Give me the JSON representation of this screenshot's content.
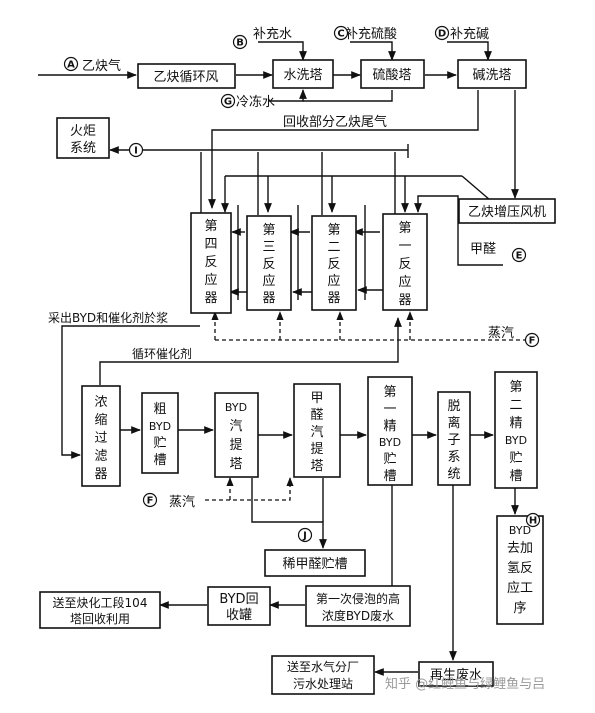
{
  "boxes": {
    "recycle_fan": "乙炔循环风",
    "water_tower": "水洗塔",
    "acid_tower": "硫酸塔",
    "alkali_tower": "碱洗塔",
    "flare": [
      "火炬",
      "系统"
    ],
    "booster_fan": "乙炔增压风机",
    "reactor4": [
      "第",
      "四",
      "反",
      "应",
      "器"
    ],
    "reactor3": [
      "第",
      "三",
      "反",
      "应",
      "器"
    ],
    "reactor2": [
      "第",
      "二",
      "反",
      "应",
      "器"
    ],
    "reactor1": [
      "第",
      "一",
      "反",
      "应",
      "器"
    ],
    "concentrate_filter": [
      "浓",
      "缩",
      "过",
      "滤",
      "器"
    ],
    "crude_tank": [
      "粗",
      "BYD",
      "贮",
      "槽"
    ],
    "byd_stripper": [
      "BYD",
      "汽",
      "提",
      "塔"
    ],
    "formaldehyde_stripper": [
      "甲",
      "醛",
      "汽",
      "提",
      "塔"
    ],
    "refined1_tank": [
      "第",
      "一",
      "精",
      "BYD",
      "贮",
      "槽"
    ],
    "deion_system": [
      "脱",
      "离",
      "子",
      "系",
      "统"
    ],
    "refined2_tank": [
      "第",
      "二",
      "精",
      "BYD",
      "贮",
      "槽"
    ],
    "dilute_formaldehyde_tank": "稀甲醛贮槽",
    "hydrogenation": [
      "BYD",
      "去加",
      "氢反",
      "应工",
      "序"
    ],
    "byd_recovery_tank": [
      "BYD回",
      "收罐"
    ],
    "high_conc_waste": [
      "第一次侵泡的高",
      "浓度BYD废水"
    ],
    "to_alkynation": [
      "送至炔化工段104",
      "塔回收利用"
    ],
    "regen_waste": "再生废水",
    "to_wastewater": [
      "送至水气分厂",
      "污水处理站"
    ]
  },
  "labels": {
    "acetylene": "乙炔气",
    "make_up_water": "补充水",
    "make_up_acid": "补充硫酸",
    "make_up_alkali": "补充碱",
    "chilled_water": "冷冻水",
    "recover_tail_gas": "回收部分乙炔尾气",
    "formaldehyde": "甲醛",
    "steam_right": "蒸汽",
    "steam_bottom": "蒸汽",
    "slurry_out": "采出BYD和催化剂於浆",
    "recycle_catalyst": "循环催化剂"
  },
  "markers": {
    "A": "A",
    "B": "B",
    "C": "C",
    "D": "D",
    "E": "E",
    "F": "F",
    "G": "G",
    "H": "H",
    "I": "I",
    "J": "J"
  },
  "watermark": "知乎 @红鲤鱼与绿鲤鱼与吕"
}
